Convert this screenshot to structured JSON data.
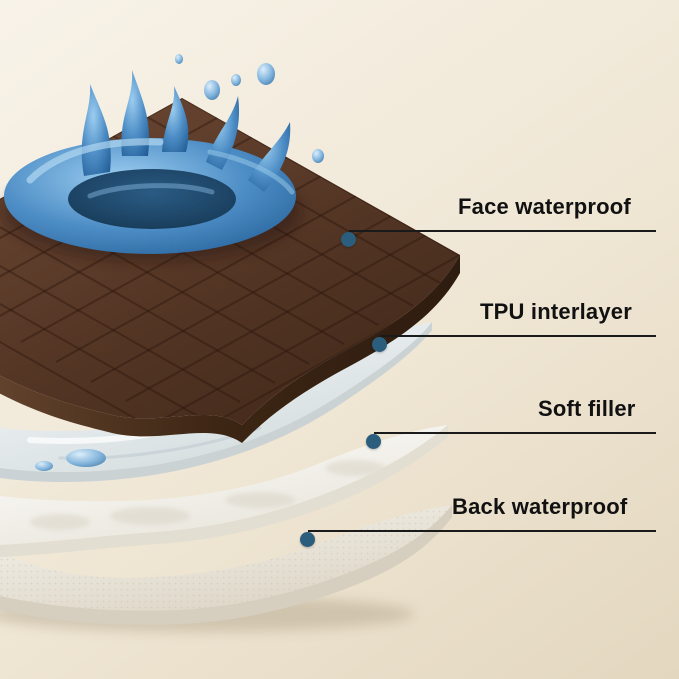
{
  "callouts": [
    {
      "label": "Face waterproof"
    },
    {
      "label": "TPU interlayer"
    },
    {
      "label": "Soft filler"
    },
    {
      "label": "Back waterproof"
    }
  ],
  "layers_order": [
    "Face waterproof",
    "TPU interlayer",
    "Soft filler",
    "Back waterproof"
  ],
  "colors": {
    "background_top": "#f8f3e9",
    "background_bottom": "#e3d7bf",
    "label_text": "#111111",
    "leader_line": "#1a1a1a",
    "callout_dot": "#2b5d7c",
    "face_layer_brown": "#5a3a28",
    "face_layer_edge": "#33200f",
    "tpu_layer": "#e4ebee",
    "soft_filler_white": "#ffffff",
    "back_layer": "#f6f4ee",
    "water_blue": "#4e8ec6"
  }
}
